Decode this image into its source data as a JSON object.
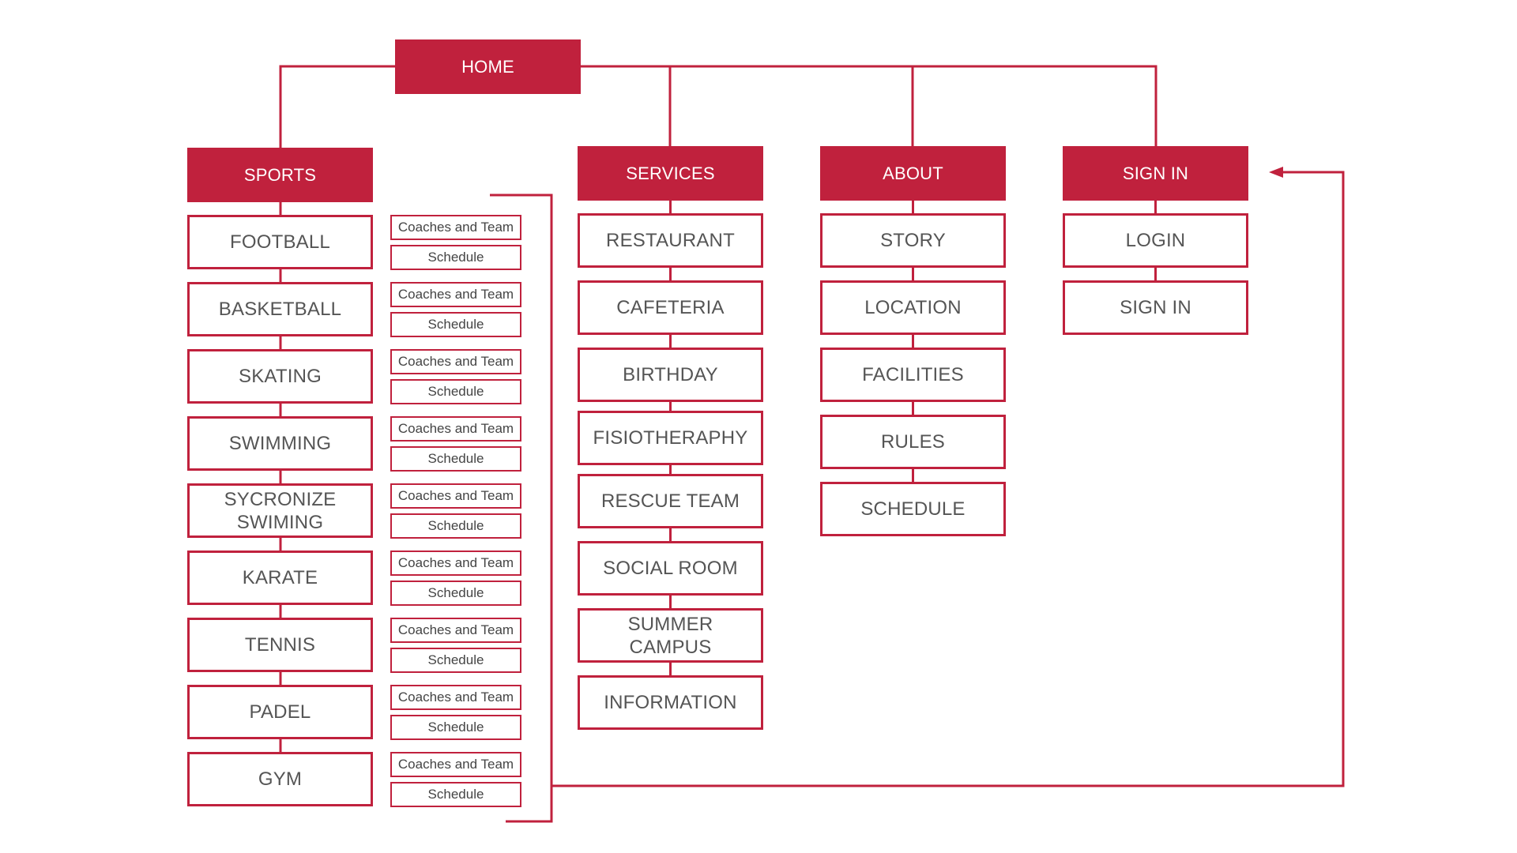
{
  "colors": {
    "accent": "#c0213d",
    "item_text": "#555555",
    "sub_text": "#444444"
  },
  "home": {
    "label": "HOME"
  },
  "sports": {
    "label": "SPORTS",
    "items": [
      {
        "label": "FOOTBALL",
        "sub": [
          "Coaches and Team",
          "Schedule"
        ]
      },
      {
        "label": "BASKETBALL",
        "sub": [
          "Coaches and Team",
          "Schedule"
        ]
      },
      {
        "label": "SKATING",
        "sub": [
          "Coaches and Team",
          "Schedule"
        ]
      },
      {
        "label": "SWIMMING",
        "sub": [
          "Coaches and Team",
          "Schedule"
        ]
      },
      {
        "label": "SYCRONIZE SWIMING",
        "sub": [
          "Coaches and Team",
          "Schedule"
        ]
      },
      {
        "label": "KARATE",
        "sub": [
          "Coaches and Team",
          "Schedule"
        ]
      },
      {
        "label": "TENNIS",
        "sub": [
          "Coaches and Team",
          "Schedule"
        ]
      },
      {
        "label": "PADEL",
        "sub": [
          "Coaches and Team",
          "Schedule"
        ]
      },
      {
        "label": "GYM",
        "sub": [
          "Coaches and Team",
          "Schedule"
        ]
      }
    ]
  },
  "services": {
    "label": "SERVICES",
    "items": [
      "RESTAURANT",
      "CAFETERIA",
      "BIRTHDAY",
      "FISIOTHERAPHY",
      "RESCUE TEAM",
      "SOCIAL ROOM",
      "SUMMER CAMPUS",
      "INFORMATION"
    ]
  },
  "about": {
    "label": "ABOUT",
    "items": [
      "STORY",
      "LOCATION",
      "FACILITIES",
      "RULES",
      "SCHEDULE"
    ]
  },
  "signin": {
    "label": "SIGN IN",
    "items": [
      "LOGIN",
      "SIGN IN"
    ]
  }
}
